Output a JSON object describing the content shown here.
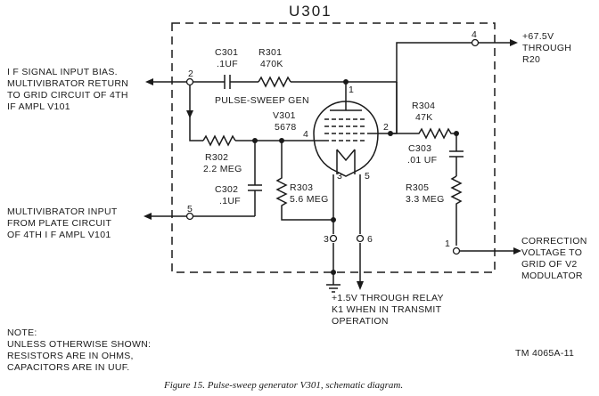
{
  "diagram": {
    "unit_title": "U301",
    "labels": {
      "if_input": [
        "I F SIGNAL INPUT BIAS.",
        "MULTIVIBRATOR RETURN",
        "TO GRID CIRCUIT OF 4TH",
        "IF AMPL V101"
      ],
      "mv_input": [
        "MULTIVIBRATOR INPUT",
        "FROM PLATE CIRCUIT",
        "OF 4TH I F AMPL V101"
      ],
      "plus675": [
        "+67.5V",
        "THROUGH",
        "R20"
      ],
      "correction": [
        "CORRECTION",
        "VOLTAGE TO",
        "GRID OF V2",
        "MODULATOR"
      ],
      "relay": [
        "+1.5V THROUGH RELAY",
        "K1 WHEN IN TRANSMIT",
        "OPERATION"
      ],
      "note": [
        "NOTE:",
        "UNLESS OTHERWISE SHOWN:",
        "RESISTORS ARE IN OHMS,",
        "CAPACITORS ARE IN UUF."
      ],
      "tm": "TM 4065A-11"
    },
    "components": {
      "c301": [
        "C301",
        ".1UF"
      ],
      "r301": [
        "R301",
        "470K"
      ],
      "gen": "PULSE-SWEEP GEN",
      "v301": [
        "V301",
        "5678"
      ],
      "r304": [
        "R304",
        "47K"
      ],
      "c303": [
        "C303",
        ".01 UF"
      ],
      "r302": [
        "R302",
        "2.2 MEG"
      ],
      "c302": [
        "C302",
        ".1UF"
      ],
      "r303": [
        "R303",
        "5.6 MEG"
      ],
      "r305": [
        "R305",
        "3.3 MEG"
      ]
    },
    "terminals": {
      "t2": "2",
      "t5": "5",
      "t4": "4",
      "t3": "3",
      "t6": "6",
      "t1": "1"
    },
    "pins": {
      "p1": "1",
      "p2": "2",
      "p3": "3",
      "p4": "4",
      "p5": "5"
    },
    "caption": "Figure 15.   Pulse-sweep generator V301, schematic diagram."
  }
}
